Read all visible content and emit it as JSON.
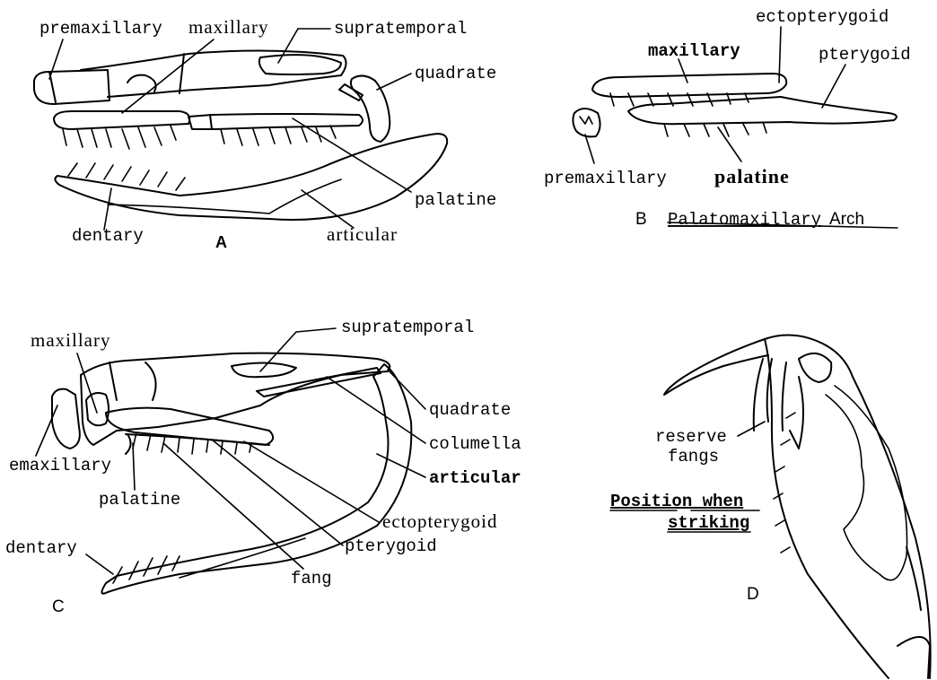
{
  "panels": {
    "a": {
      "letter": "A",
      "labels": {
        "premaxillary": "premaxillary",
        "maxillary": "maxillary",
        "supratemporal": "supratemporal",
        "quadrate": "quadrate",
        "palatine": "palatine",
        "articular": "articular",
        "dentary": "dentary"
      }
    },
    "b": {
      "letter": "B",
      "caption_word": "Palatomaxillary",
      "caption_rest": "Arch",
      "labels": {
        "ectopterygoid": "ectopterygoid",
        "maxillary": "maxillary",
        "pterygoid": "pterygoid",
        "premaxillary": "premaxillary",
        "palatine": "palatine"
      }
    },
    "c": {
      "letter": "C",
      "labels": {
        "supratemporal": "supratemporal",
        "maxillary": "maxillary",
        "quadrate": "quadrate",
        "columella": "columella",
        "emaxillary": "emaxillary",
        "articular": "articular",
        "palatine": "palatine",
        "ectopterygoid": "ectopterygoid",
        "dentary": "dentary",
        "pterygoid": "pterygoid",
        "fang": "fang"
      }
    },
    "d": {
      "letter": "D",
      "labels": {
        "reserve": "reserve",
        "fangs": "fangs",
        "position_when": "Position when",
        "striking": "striking"
      }
    }
  }
}
